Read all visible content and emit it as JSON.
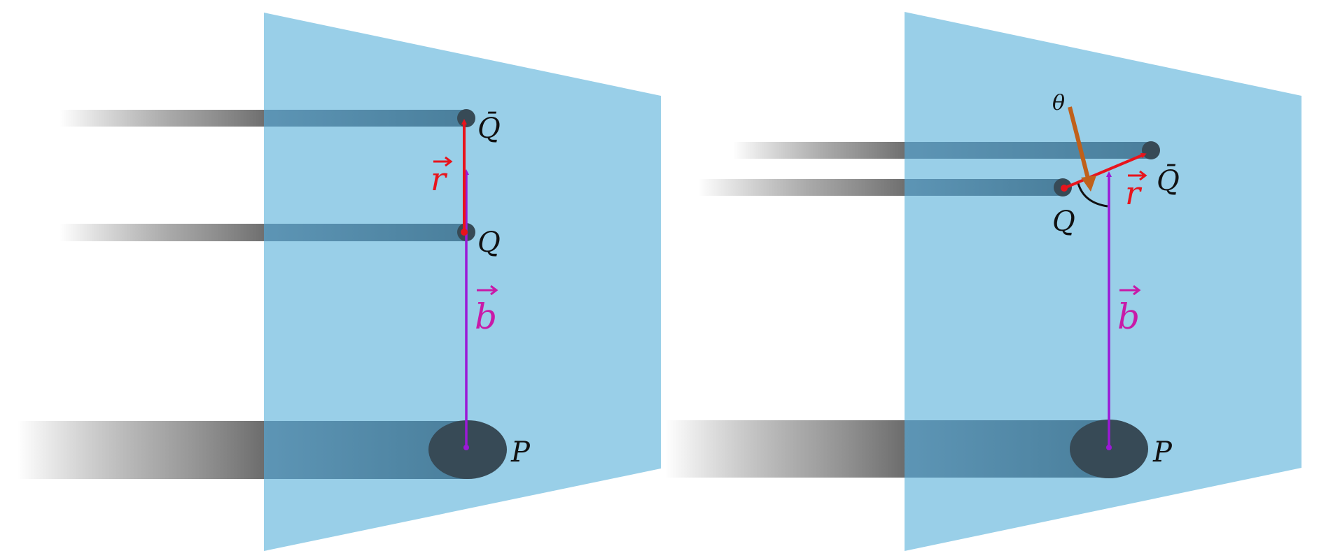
{
  "panels": [
    {
      "id": "left",
      "labels": {
        "qbar": "Q̄",
        "q": "Q",
        "p": "P",
        "r": "r",
        "b": "b"
      }
    },
    {
      "id": "right",
      "labels": {
        "qbar": "Q̄",
        "q": "Q",
        "p": "P",
        "r": "r",
        "b": "b",
        "theta": "θ"
      }
    }
  ],
  "colors": {
    "plane": "#99cfe8",
    "string": "#4a7f9c",
    "dot": "#374a56",
    "r_vector": "#e8141c",
    "b_vector": "#9b19d6",
    "b_label": "#c81aa8",
    "theta_arrow": "#c0601a",
    "text": "#111111"
  }
}
